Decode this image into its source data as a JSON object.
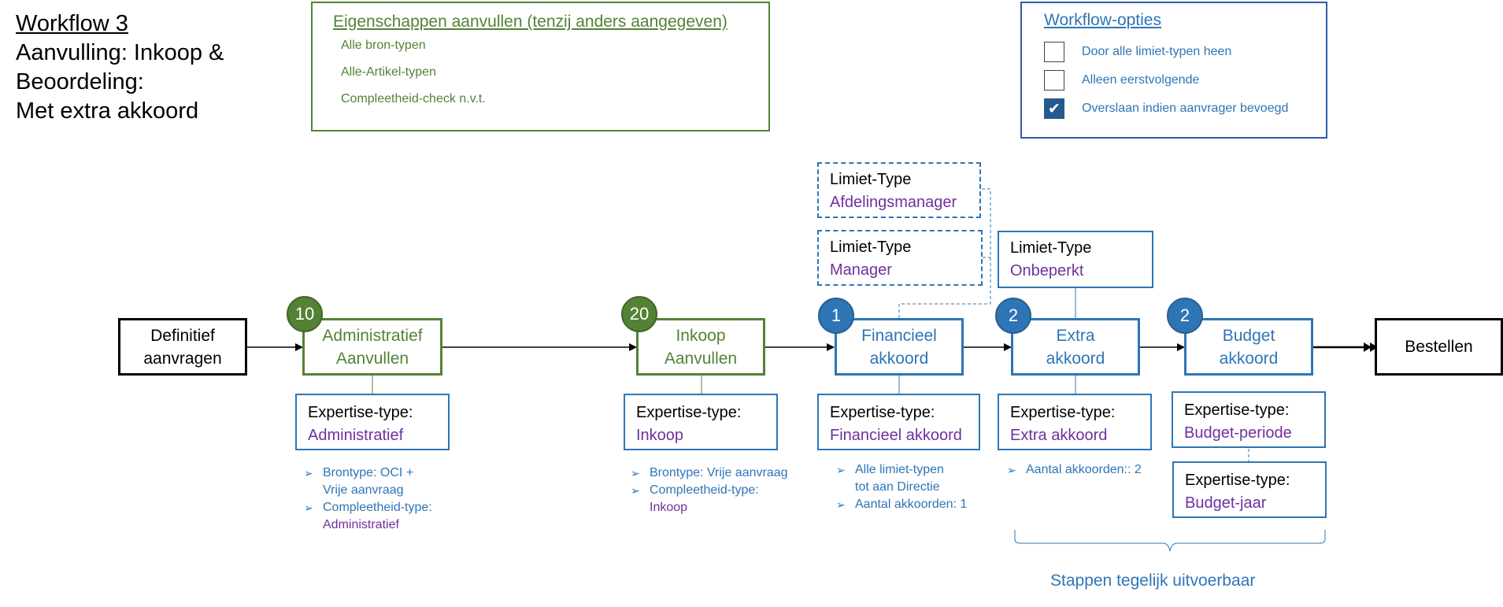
{
  "title": {
    "line1": "Workflow 3",
    "line2": "Aanvulling: Inkoop &",
    "line3": "Beoordeling:",
    "line4": "Met extra akkoord"
  },
  "properties": {
    "header": "Eigenschappen aanvullen (tenzij anders aangegeven)",
    "items": [
      "Alle bron-typen",
      "Alle-Artikel-typen",
      "Compleetheid-check n.v.t."
    ]
  },
  "options": {
    "header": "Workflow-opties",
    "items": [
      {
        "label": "Door alle limiet-typen heen",
        "checked": false
      },
      {
        "label": "Alleen eerstvolgende",
        "checked": false
      },
      {
        "label": "Overslaan indien aanvrager bevoegd",
        "checked": true
      }
    ]
  },
  "nodes": {
    "start": {
      "line1": "Definitief",
      "line2": "aanvragen"
    },
    "admin": {
      "badge": "10",
      "line1": "Administratief",
      "line2": "Aanvullen"
    },
    "inkoop": {
      "badge": "20",
      "line1": "Inkoop",
      "line2": "Aanvullen"
    },
    "financieel": {
      "badge": "1",
      "line1": "Financieel",
      "line2": "akkoord"
    },
    "extra": {
      "badge": "2",
      "line1": "Extra",
      "line2": "akkoord"
    },
    "budget": {
      "badge": "2",
      "line1": "Budget",
      "line2": "akkoord"
    },
    "end": {
      "label": "Bestellen"
    }
  },
  "expertise": {
    "key": "Expertise-type:",
    "admin": "Administratief",
    "inkoop": "Inkoop",
    "financieel": "Financieel akkoord",
    "extra": "Extra akkoord",
    "budget_periode": "Budget-periode",
    "budget_jaar": "Budget-jaar"
  },
  "limits": {
    "key": "Limiet-Type",
    "afdeling": "Afdelingsmanager",
    "manager": "Manager",
    "onbeperkt": "Onbeperkt"
  },
  "bullets": {
    "admin": {
      "b1a": "Brontype: OCI +",
      "b1b": "Vrije aanvraag",
      "b2a": "Compleetheid-type:",
      "b2b": "Administratief"
    },
    "inkoop": {
      "b1": "Brontype: Vrije aanvraag",
      "b2a": "Compleetheid-type:",
      "b2b": "Inkoop"
    },
    "financieel": {
      "b1a": "Alle limiet-typen",
      "b1b": "tot aan Directie",
      "b2": "Aantal akkoorden: 1"
    },
    "extra": {
      "b1": "Aantal akkoorden:: 2"
    }
  },
  "parallel_label": "Stappen tegelijk uitvoerbaar",
  "colors": {
    "green": "#548235",
    "blue": "#2E75B6",
    "purple": "#7030A0"
  }
}
